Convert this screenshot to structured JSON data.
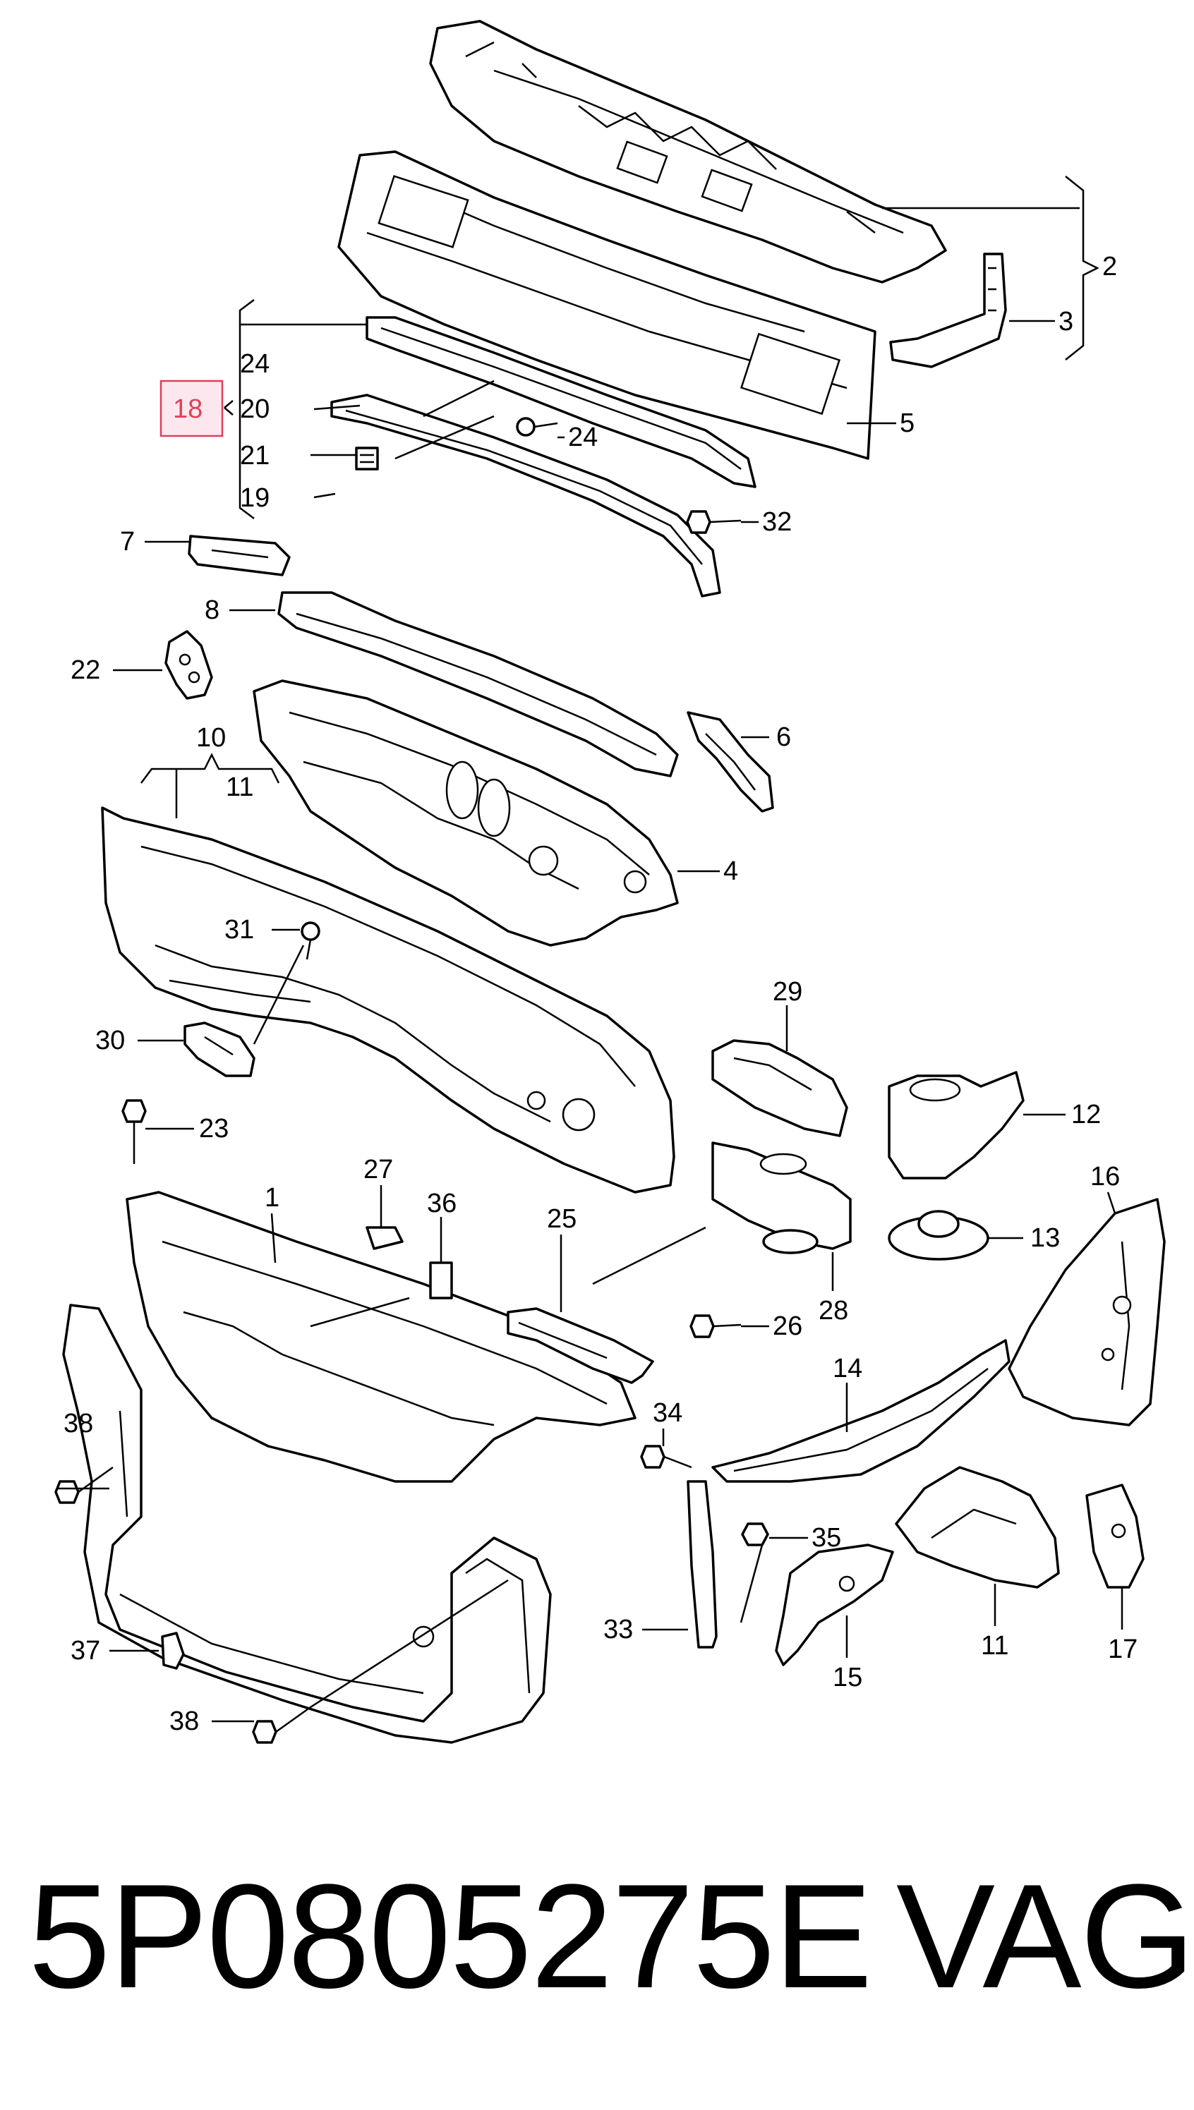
{
  "diagram": {
    "labels": {
      "l1": "1",
      "l2": "2",
      "l3": "3",
      "l4": "4",
      "l5": "5",
      "l6": "6",
      "l7": "7",
      "l8": "8",
      "l10": "10",
      "l11a": "11",
      "l11b": "11",
      "l12": "12",
      "l13": "13",
      "l14": "14",
      "l15": "15",
      "l16": "16",
      "l17": "17",
      "l18": "18",
      "l19": "19",
      "l20": "20",
      "l21": "21",
      "l22": "22",
      "l23": "23",
      "l24a": "24",
      "l24b": "24",
      "l25": "25",
      "l26": "26",
      "l27": "27",
      "l28": "28",
      "l29": "29",
      "l30": "30",
      "l31": "31",
      "l32": "32",
      "l33": "33",
      "l34": "34",
      "l35": "35",
      "l36": "36",
      "l37": "37",
      "l38a": "38",
      "l38b": "38"
    },
    "highlighted_label": "18",
    "highlight_color": "#e0405a"
  },
  "footer": {
    "part_number": "5P0805275E",
    "brand": "VAG"
  }
}
